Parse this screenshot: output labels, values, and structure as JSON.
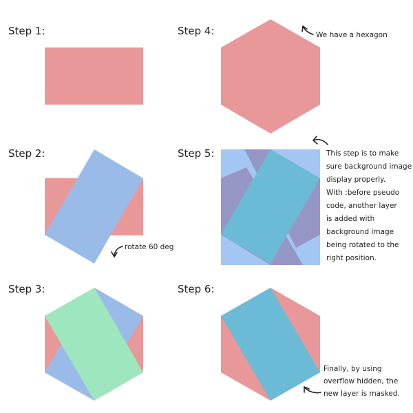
{
  "steps": {
    "s1": "Step 1:",
    "s2": "Step 2:",
    "s3": "Step 3:",
    "s4": "Step 4:",
    "s5": "Step 5:",
    "s6": "Step 6:"
  },
  "notes": {
    "hexagon": "We have a hexagon",
    "rotate": "rotate 60 deg",
    "step5": [
      "This step is to make",
      "sure background image",
      "display properly.",
      "With :before pseudo",
      "code, another layer",
      "is added with",
      "background image",
      "being rotated to the",
      "right position."
    ],
    "step6": [
      "Finally, by using",
      "overflow hidden, the",
      "new layer is masked."
    ]
  },
  "colors": {
    "pink": "#E89898",
    "blue": "#9ABBE8",
    "green": "#9DE6BE",
    "lightblue": "#A3C7F2",
    "purple": "#9696C6",
    "teal": "#6BBAD6"
  }
}
